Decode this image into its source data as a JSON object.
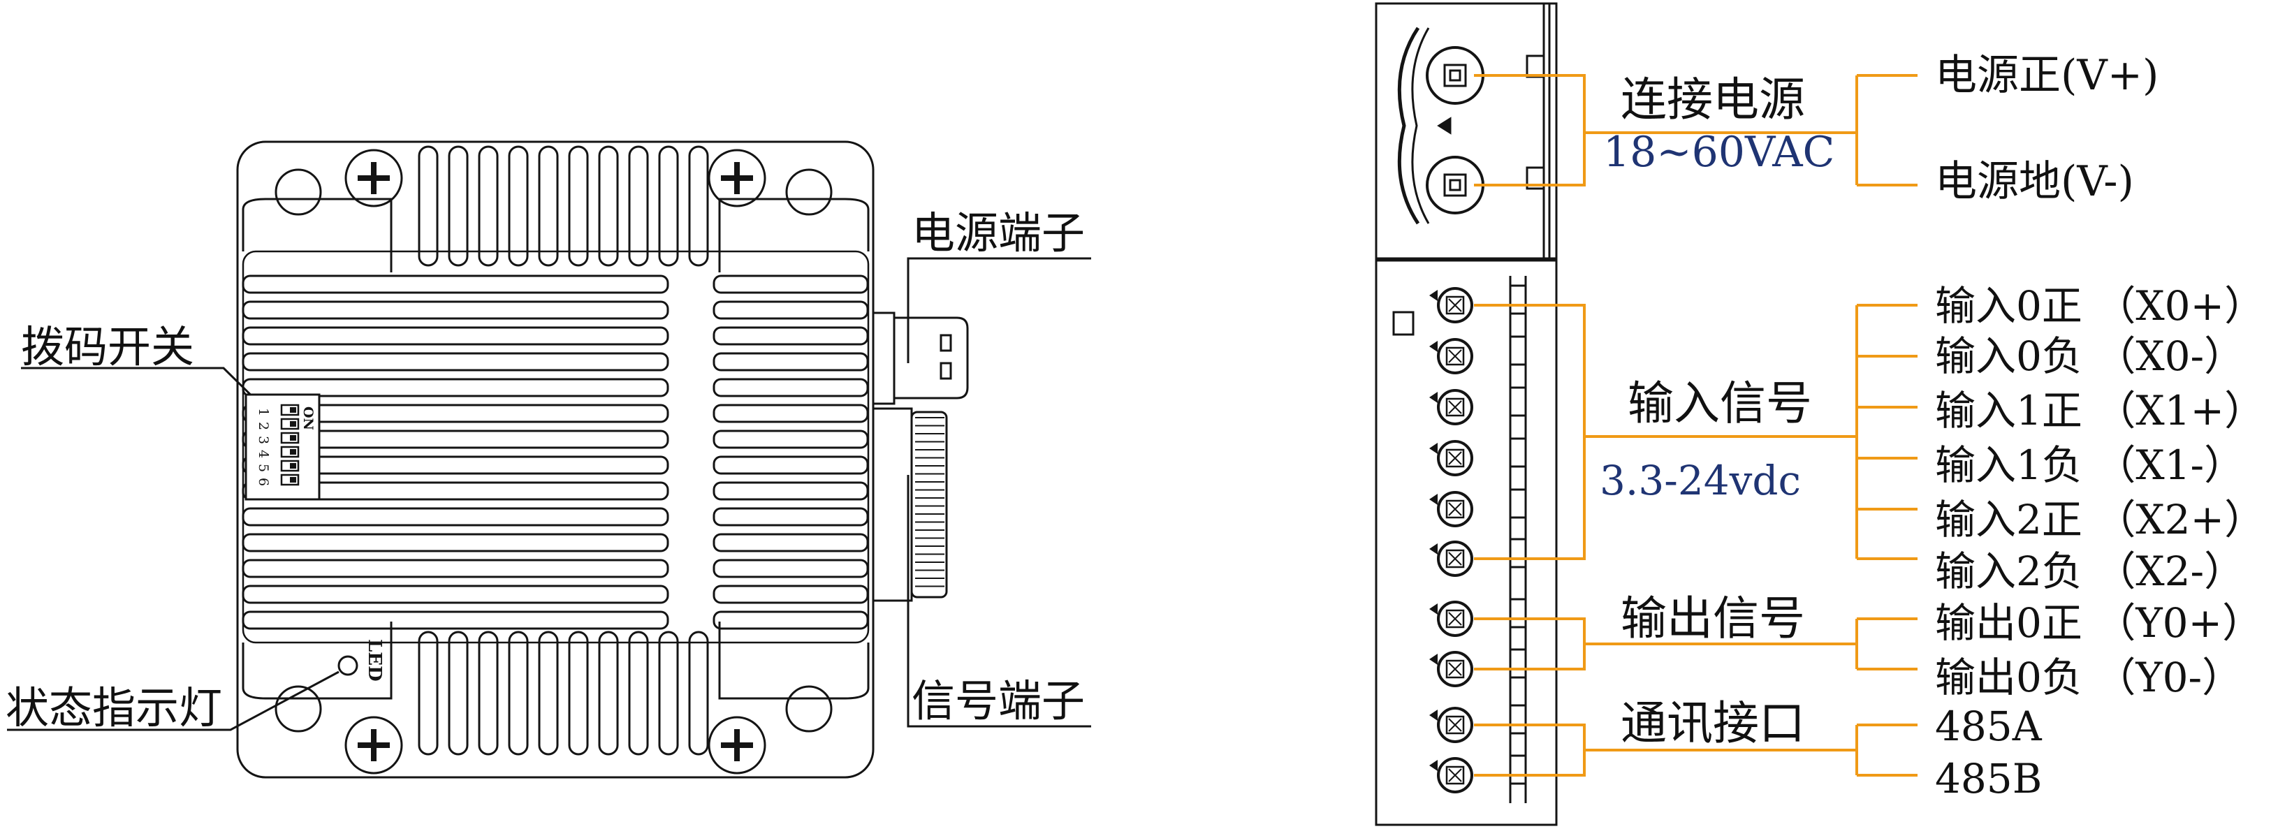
{
  "colors": {
    "line": "#141414",
    "connector": "#f09a16",
    "voltage_text": "#1f3473",
    "label_text": "#111111"
  },
  "left_labels": {
    "dip_switch": "拨码开关",
    "status_led": "状态指示灯",
    "power_terminal": "电源端子",
    "signal_terminal": "信号端子"
  },
  "device": {
    "dip_on_text": "ON",
    "dip_numbers": [
      "1",
      "2",
      "3",
      "4",
      "5",
      "6"
    ],
    "led_mark": "LED"
  },
  "power_group": {
    "label": "连接电源",
    "voltage": "18~60VAC",
    "pins": [
      "电源正(V+)",
      "电源地(V-)"
    ]
  },
  "signal_groups": {
    "input": {
      "label": "输入信号",
      "voltage": "3.3-24vdc",
      "pins": [
        "输入0正 （X0+）",
        "输入0负 （X0-）",
        "输入1正 （X1+）",
        "输入1负 （X1-）",
        "输入2正 （X2+）",
        "输入2负 （X2-）"
      ]
    },
    "output": {
      "label": "输出信号",
      "pins": [
        "输出0正 （Y0+）",
        "输出0负 （Y0-）"
      ]
    },
    "comm": {
      "label": "通讯接口",
      "pins": [
        "485A",
        "485B"
      ]
    }
  }
}
